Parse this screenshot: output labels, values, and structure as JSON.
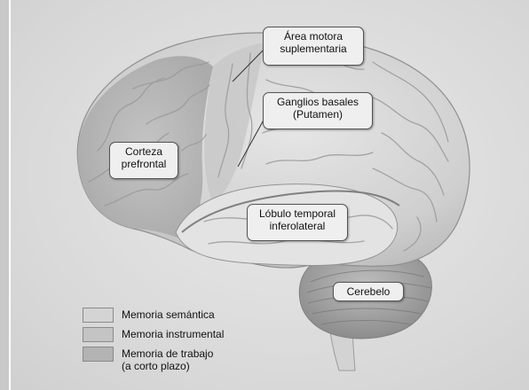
{
  "labels": {
    "supplementary_motor": [
      "Área motora",
      "suplementaria"
    ],
    "basal_ganglia": [
      "Ganglios basales",
      "(Putamen)"
    ],
    "prefrontal": [
      "Corteza",
      "prefrontal"
    ],
    "inferolateral_temporal": [
      "Lóbulo temporal",
      "inferolateral"
    ],
    "cerebellum": [
      "Cerebelo"
    ]
  },
  "legend": [
    {
      "label": [
        "Memoria semántica"
      ],
      "color": "#d4d4d4"
    },
    {
      "label": [
        "Memoria instrumental"
      ],
      "color": "#c4c4c4"
    },
    {
      "label": [
        "Memoria de trabajo",
        "(a corto plazo)"
      ],
      "color": "#b3b3b3"
    }
  ]
}
